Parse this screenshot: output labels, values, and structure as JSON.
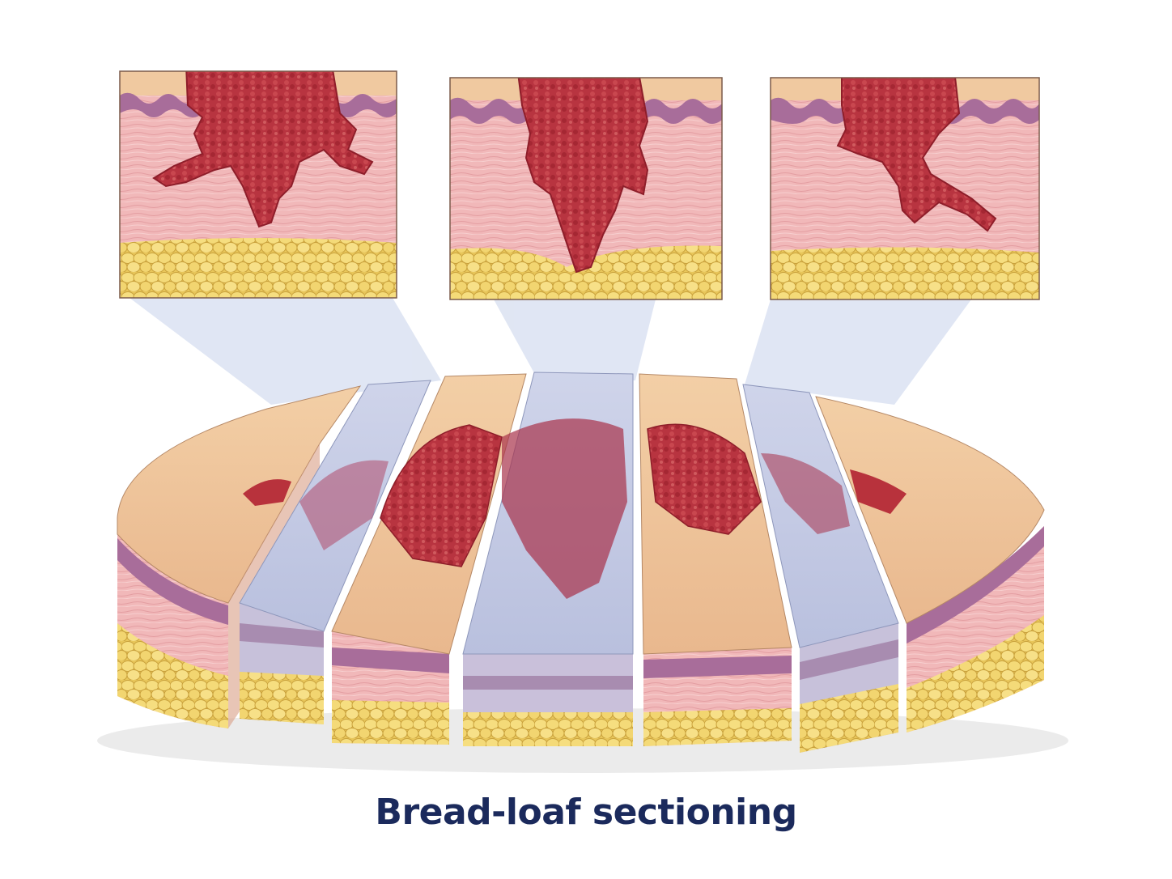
{
  "caption": "Bread-loaf sectioning",
  "colors": {
    "caption": "#1b2a5c",
    "epidermis_surface": "#f0c9a0",
    "basal_layer": "#a86d9a",
    "dermis": "#f0b4b6",
    "fat": "#f2d56e",
    "tumor": "#b8323c",
    "projection": "#d9e1f1",
    "blue_slice": "#c4cbe4"
  },
  "insets": [
    {
      "name": "section-detail-left"
    },
    {
      "name": "section-detail-center"
    },
    {
      "name": "section-detail-right"
    }
  ],
  "slices": [
    {
      "tint": "skin"
    },
    {
      "tint": "blue"
    },
    {
      "tint": "skin"
    },
    {
      "tint": "blue"
    },
    {
      "tint": "skin"
    },
    {
      "tint": "blue"
    },
    {
      "tint": "skin"
    }
  ]
}
